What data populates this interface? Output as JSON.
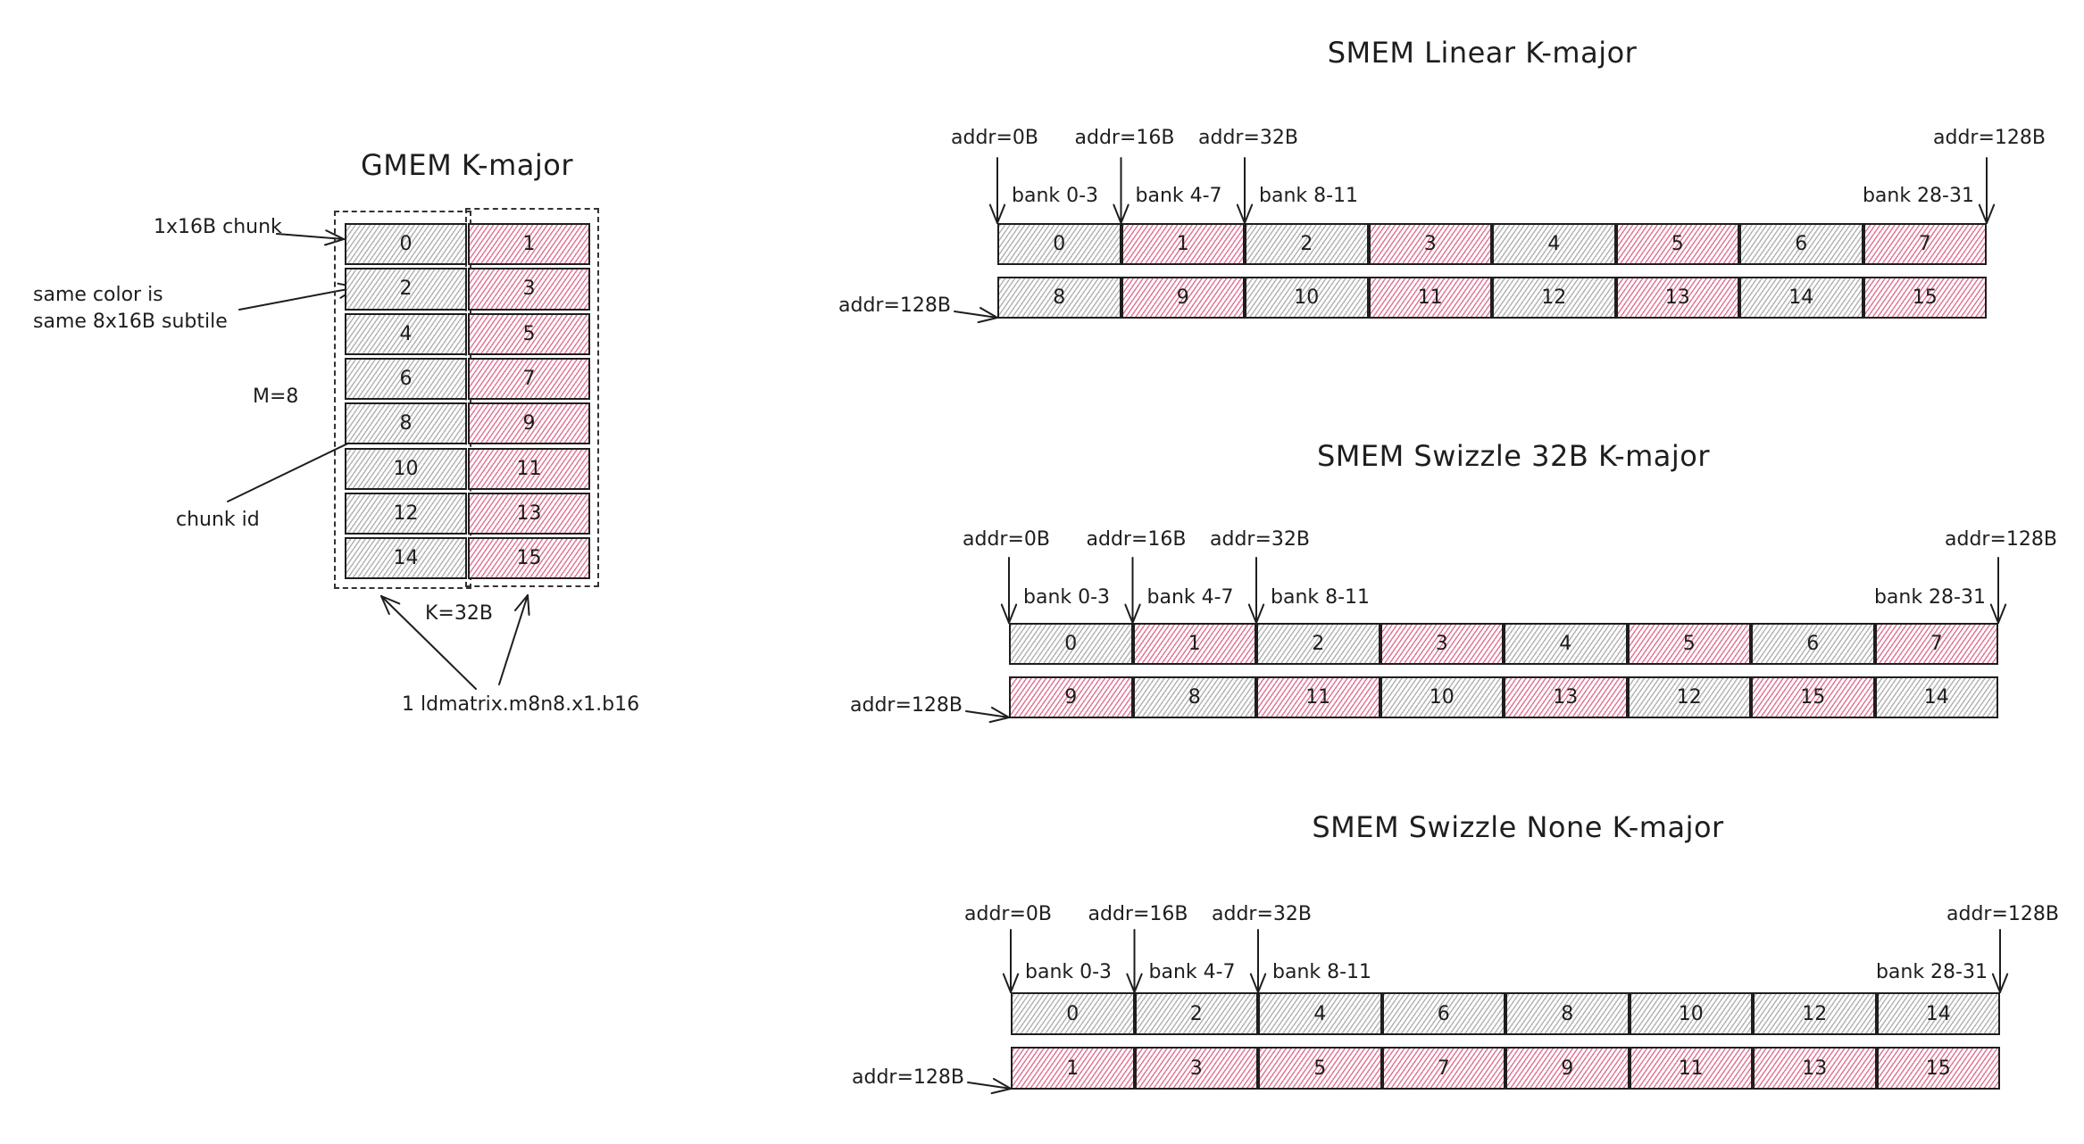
{
  "colors": {
    "subtile_a": "#b5b5b5",
    "subtile_b": "#e07a98",
    "ink": "#1e1e1e"
  },
  "gmem": {
    "title": "GMEM K-major",
    "annotations": {
      "chunk": "1x16B chunk",
      "same_color_line1": "same color is",
      "same_color_line2": "same 8x16B subtile",
      "m": "M=8",
      "chunk_id": "chunk id",
      "k": "K=32B",
      "ldmatrix": "1 ldmatrix.m8n8.x1.b16"
    },
    "rows": [
      [
        {
          "id": "0",
          "color": "gray"
        },
        {
          "id": "1",
          "color": "pink"
        }
      ],
      [
        {
          "id": "2",
          "color": "gray"
        },
        {
          "id": "3",
          "color": "pink"
        }
      ],
      [
        {
          "id": "4",
          "color": "gray"
        },
        {
          "id": "5",
          "color": "pink"
        }
      ],
      [
        {
          "id": "6",
          "color": "gray"
        },
        {
          "id": "7",
          "color": "pink"
        }
      ],
      [
        {
          "id": "8",
          "color": "gray"
        },
        {
          "id": "9",
          "color": "pink"
        }
      ],
      [
        {
          "id": "10",
          "color": "gray"
        },
        {
          "id": "11",
          "color": "pink"
        }
      ],
      [
        {
          "id": "12",
          "color": "gray"
        },
        {
          "id": "13",
          "color": "pink"
        }
      ],
      [
        {
          "id": "14",
          "color": "gray"
        },
        {
          "id": "15",
          "color": "pink"
        }
      ]
    ]
  },
  "smem_sections": [
    {
      "title": "SMEM Linear K-major",
      "addr_labels": [
        "addr=0B",
        "addr=16B",
        "addr=32B",
        "addr=128B"
      ],
      "bank_labels": [
        "bank 0-3",
        "bank 4-7",
        "bank 8-11",
        "bank 28-31"
      ],
      "row2_addr_label": "addr=128B",
      "rows": [
        [
          {
            "id": "0",
            "color": "gray"
          },
          {
            "id": "1",
            "color": "pink"
          },
          {
            "id": "2",
            "color": "gray"
          },
          {
            "id": "3",
            "color": "pink"
          },
          {
            "id": "4",
            "color": "gray"
          },
          {
            "id": "5",
            "color": "pink"
          },
          {
            "id": "6",
            "color": "gray"
          },
          {
            "id": "7",
            "color": "pink"
          }
        ],
        [
          {
            "id": "8",
            "color": "gray"
          },
          {
            "id": "9",
            "color": "pink"
          },
          {
            "id": "10",
            "color": "gray"
          },
          {
            "id": "11",
            "color": "pink"
          },
          {
            "id": "12",
            "color": "gray"
          },
          {
            "id": "13",
            "color": "pink"
          },
          {
            "id": "14",
            "color": "gray"
          },
          {
            "id": "15",
            "color": "pink"
          }
        ]
      ]
    },
    {
      "title": "SMEM Swizzle 32B K-major",
      "addr_labels": [
        "addr=0B",
        "addr=16B",
        "addr=32B",
        "addr=128B"
      ],
      "bank_labels": [
        "bank 0-3",
        "bank 4-7",
        "bank 8-11",
        "bank 28-31"
      ],
      "row2_addr_label": "addr=128B",
      "rows": [
        [
          {
            "id": "0",
            "color": "gray"
          },
          {
            "id": "1",
            "color": "pink"
          },
          {
            "id": "2",
            "color": "gray"
          },
          {
            "id": "3",
            "color": "pink"
          },
          {
            "id": "4",
            "color": "gray"
          },
          {
            "id": "5",
            "color": "pink"
          },
          {
            "id": "6",
            "color": "gray"
          },
          {
            "id": "7",
            "color": "pink"
          }
        ],
        [
          {
            "id": "9",
            "color": "pink"
          },
          {
            "id": "8",
            "color": "gray"
          },
          {
            "id": "11",
            "color": "pink"
          },
          {
            "id": "10",
            "color": "gray"
          },
          {
            "id": "13",
            "color": "pink"
          },
          {
            "id": "12",
            "color": "gray"
          },
          {
            "id": "15",
            "color": "pink"
          },
          {
            "id": "14",
            "color": "gray"
          }
        ]
      ]
    },
    {
      "title": "SMEM Swizzle None K-major",
      "addr_labels": [
        "addr=0B",
        "addr=16B",
        "addr=32B",
        "addr=128B"
      ],
      "bank_labels": [
        "bank 0-3",
        "bank 4-7",
        "bank 8-11",
        "bank 28-31"
      ],
      "row2_addr_label": "addr=128B",
      "rows": [
        [
          {
            "id": "0",
            "color": "gray"
          },
          {
            "id": "2",
            "color": "gray"
          },
          {
            "id": "4",
            "color": "gray"
          },
          {
            "id": "6",
            "color": "gray"
          },
          {
            "id": "8",
            "color": "gray"
          },
          {
            "id": "10",
            "color": "gray"
          },
          {
            "id": "12",
            "color": "gray"
          },
          {
            "id": "14",
            "color": "gray"
          }
        ],
        [
          {
            "id": "1",
            "color": "pink"
          },
          {
            "id": "3",
            "color": "pink"
          },
          {
            "id": "5",
            "color": "pink"
          },
          {
            "id": "7",
            "color": "pink"
          },
          {
            "id": "9",
            "color": "pink"
          },
          {
            "id": "11",
            "color": "pink"
          },
          {
            "id": "13",
            "color": "pink"
          },
          {
            "id": "15",
            "color": "pink"
          }
        ]
      ]
    }
  ]
}
